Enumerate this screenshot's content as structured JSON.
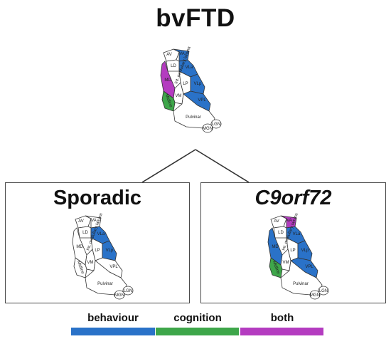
{
  "title": "bvFTD",
  "panels": [
    {
      "title": "Sporadic",
      "italic": false
    },
    {
      "title": "C9orf72",
      "italic": true
    }
  ],
  "regions": {
    "AV": "AV",
    "VA": "VA",
    "LD": "LD",
    "VLa": "VLa",
    "MD": "MD",
    "LP": "LP",
    "VLp": "VLp",
    "VM": "VM",
    "VPL": "VPL",
    "CM": "Midline",
    "pulvinar": "Pulvinar",
    "LGN": "LGN",
    "MGN": "MGN",
    "IML": "Int. medullary lamina"
  },
  "colors": {
    "behaviour": "#2a72c8",
    "cognition": "#3ea64a",
    "both": "#b43cc0",
    "none": "#ffffff"
  },
  "maps": {
    "bvFTD": {
      "VA": "behaviour",
      "VLa": "behaviour",
      "VLp": "behaviour",
      "VPL": "behaviour",
      "MD": "both",
      "CM": "cognition"
    },
    "Sporadic": {
      "VLa": "behaviour",
      "VLp": "behaviour"
    },
    "C9orf72": {
      "VA": "both",
      "VLa": "behaviour",
      "VLp": "behaviour",
      "VPL": "behaviour",
      "MD": "behaviour",
      "CM": "cognition"
    }
  },
  "legend": [
    {
      "label": "behaviour",
      "color": "#2a72c8"
    },
    {
      "label": "cognition",
      "color": "#3ea64a"
    },
    {
      "label": "both",
      "color": "#b43cc0"
    }
  ]
}
